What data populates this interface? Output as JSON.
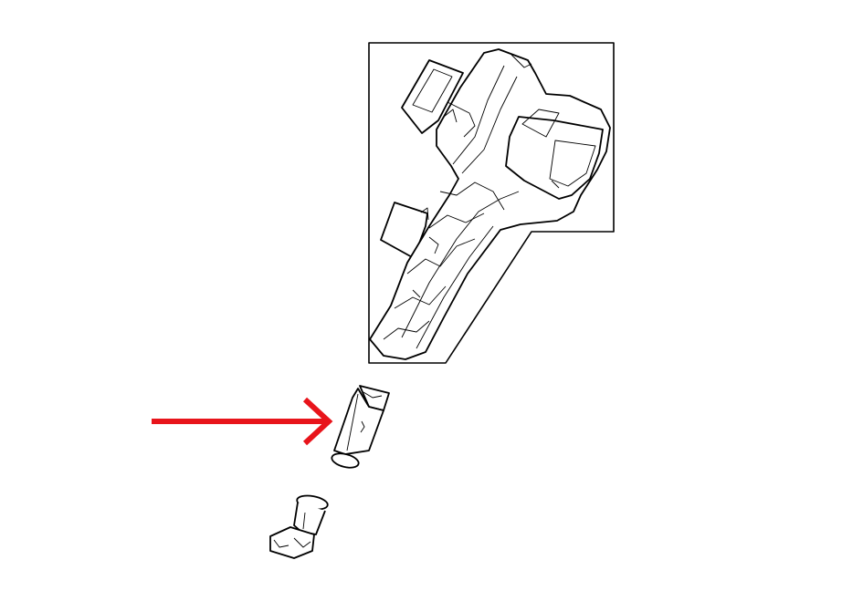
{
  "diagram": {
    "background_color": "#ffffff",
    "line_color": "#000000",
    "arrow_color": "#e8141b",
    "components": [
      {
        "id": "console-assembly-inset",
        "icon": "console-assembly-drawing"
      },
      {
        "id": "highlighted-tube-part",
        "icon": "cylindrical-tube-drawing",
        "highlighted": true
      },
      {
        "id": "bracket-part",
        "icon": "bracket-drawing"
      }
    ],
    "pointer": {
      "icon": "right-arrow",
      "target": "highlighted-tube-part"
    }
  }
}
